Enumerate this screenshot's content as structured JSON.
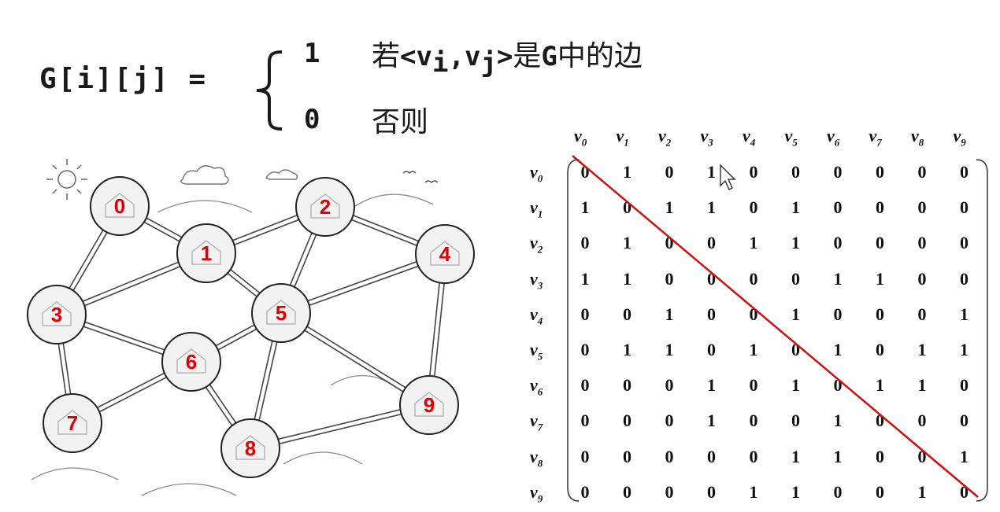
{
  "formula": {
    "lhs": "G[i][j] =",
    "case_one_value": "1",
    "case_one_prefix": "若",
    "case_one_open": "<",
    "case_one_vi": "v",
    "case_one_i": "i",
    "case_one_comma": ",",
    "case_one_vj": "v",
    "case_one_j": "j",
    "case_one_close": ">",
    "case_one_is": "是",
    "case_one_g": "G",
    "case_one_suffix": "中的边",
    "case_zero_value": "0",
    "case_zero_text": "否则"
  },
  "graph": {
    "node_color": "#e00000",
    "nodes": [
      {
        "id": "0",
        "label": "0"
      },
      {
        "id": "1",
        "label": "1"
      },
      {
        "id": "2",
        "label": "2"
      },
      {
        "id": "3",
        "label": "3"
      },
      {
        "id": "4",
        "label": "4"
      },
      {
        "id": "5",
        "label": "5"
      },
      {
        "id": "6",
        "label": "6"
      },
      {
        "id": "7",
        "label": "7"
      },
      {
        "id": "8",
        "label": "8"
      },
      {
        "id": "9",
        "label": "9"
      }
    ],
    "edges": [
      [
        "0",
        "1"
      ],
      [
        "0",
        "3"
      ],
      [
        "1",
        "2"
      ],
      [
        "1",
        "3"
      ],
      [
        "1",
        "5"
      ],
      [
        "2",
        "4"
      ],
      [
        "2",
        "5"
      ],
      [
        "3",
        "6"
      ],
      [
        "3",
        "7"
      ],
      [
        "4",
        "5"
      ],
      [
        "4",
        "9"
      ],
      [
        "5",
        "6"
      ],
      [
        "5",
        "8"
      ],
      [
        "5",
        "9"
      ],
      [
        "6",
        "7"
      ],
      [
        "6",
        "8"
      ],
      [
        "8",
        "9"
      ]
    ]
  },
  "matrix": {
    "diagonal_color": "#cc1111",
    "v": "v",
    "indices": [
      "0",
      "1",
      "2",
      "3",
      "4",
      "5",
      "6",
      "7",
      "8",
      "9"
    ],
    "rows": [
      [
        "0",
        "1",
        "0",
        "1",
        "0",
        "0",
        "0",
        "0",
        "0",
        "0"
      ],
      [
        "1",
        "0",
        "1",
        "1",
        "0",
        "1",
        "0",
        "0",
        "0",
        "0"
      ],
      [
        "0",
        "1",
        "0",
        "0",
        "1",
        "1",
        "0",
        "0",
        "0",
        "0"
      ],
      [
        "1",
        "1",
        "0",
        "0",
        "0",
        "0",
        "1",
        "1",
        "0",
        "0"
      ],
      [
        "0",
        "0",
        "1",
        "0",
        "0",
        "1",
        "0",
        "0",
        "0",
        "1"
      ],
      [
        "0",
        "1",
        "1",
        "0",
        "1",
        "0",
        "1",
        "0",
        "1",
        "1"
      ],
      [
        "0",
        "0",
        "0",
        "1",
        "0",
        "1",
        "0",
        "1",
        "1",
        "0"
      ],
      [
        "0",
        "0",
        "0",
        "1",
        "0",
        "0",
        "1",
        "0",
        "0",
        "0"
      ],
      [
        "0",
        "0",
        "0",
        "0",
        "0",
        "1",
        "1",
        "0",
        "0",
        "1"
      ],
      [
        "0",
        "0",
        "0",
        "0",
        "1",
        "1",
        "0",
        "0",
        "1",
        "0"
      ]
    ]
  }
}
